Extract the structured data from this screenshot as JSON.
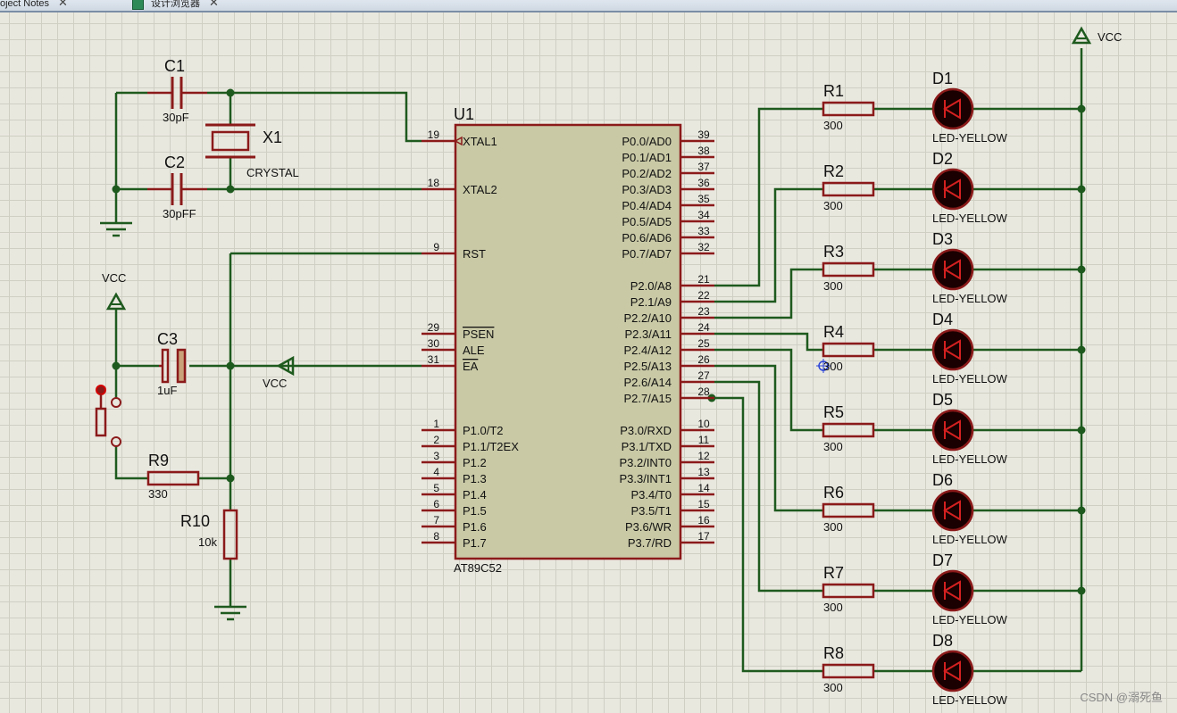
{
  "tabs": [
    {
      "label": "oject Notes"
    },
    {
      "label": "设计浏览器"
    }
  ],
  "vcc_label": "VCC",
  "mcu": {
    "ref": "U1",
    "part": "AT89C52",
    "left_pins": [
      {
        "num": "19",
        "name": "XTAL1"
      },
      {
        "num": "18",
        "name": "XTAL2"
      },
      {
        "num": "9",
        "name": "RST"
      },
      {
        "num": "29",
        "name": "PSEN"
      },
      {
        "num": "30",
        "name": "ALE"
      },
      {
        "num": "31",
        "name": "EA"
      },
      {
        "num": "1",
        "name": "P1.0/T2"
      },
      {
        "num": "2",
        "name": "P1.1/T2EX"
      },
      {
        "num": "3",
        "name": "P1.2"
      },
      {
        "num": "4",
        "name": "P1.3"
      },
      {
        "num": "5",
        "name": "P1.4"
      },
      {
        "num": "6",
        "name": "P1.5"
      },
      {
        "num": "7",
        "name": "P1.6"
      },
      {
        "num": "8",
        "name": "P1.7"
      }
    ],
    "right_pins": [
      {
        "num": "39",
        "name": "P0.0/AD0"
      },
      {
        "num": "38",
        "name": "P0.1/AD1"
      },
      {
        "num": "37",
        "name": "P0.2/AD2"
      },
      {
        "num": "36",
        "name": "P0.3/AD3"
      },
      {
        "num": "35",
        "name": "P0.4/AD4"
      },
      {
        "num": "34",
        "name": "P0.5/AD5"
      },
      {
        "num": "33",
        "name": "P0.6/AD6"
      },
      {
        "num": "32",
        "name": "P0.7/AD7"
      },
      {
        "num": "21",
        "name": "P2.0/A8"
      },
      {
        "num": "22",
        "name": "P2.1/A9"
      },
      {
        "num": "23",
        "name": "P2.2/A10"
      },
      {
        "num": "24",
        "name": "P2.3/A11"
      },
      {
        "num": "25",
        "name": "P2.4/A12"
      },
      {
        "num": "26",
        "name": "P2.5/A13"
      },
      {
        "num": "27",
        "name": "P2.6/A14"
      },
      {
        "num": "28",
        "name": "P2.7/A15"
      },
      {
        "num": "10",
        "name": "P3.0/RXD"
      },
      {
        "num": "11",
        "name": "P3.1/TXD"
      },
      {
        "num": "12",
        "name": "P3.2/INT0"
      },
      {
        "num": "13",
        "name": "P3.3/INT1"
      },
      {
        "num": "14",
        "name": "P3.4/T0"
      },
      {
        "num": "15",
        "name": "P3.5/T1"
      },
      {
        "num": "16",
        "name": "P3.6/WR"
      },
      {
        "num": "17",
        "name": "P3.7/RD"
      }
    ]
  },
  "crystal": {
    "ref": "X1",
    "value": "CRYSTAL"
  },
  "c1": {
    "ref": "C1",
    "value": "30pF"
  },
  "c2": {
    "ref": "C2",
    "value": "30pFF"
  },
  "c3": {
    "ref": "C3",
    "value": "1uF"
  },
  "r9": {
    "ref": "R9",
    "value": "330"
  },
  "r10": {
    "ref": "R10",
    "value": "10k"
  },
  "channels": [
    {
      "r_ref": "R1",
      "r_val": "300",
      "d_ref": "D1",
      "d_val": "LED-YELLOW"
    },
    {
      "r_ref": "R2",
      "r_val": "300",
      "d_ref": "D2",
      "d_val": "LED-YELLOW"
    },
    {
      "r_ref": "R3",
      "r_val": "300",
      "d_ref": "D3",
      "d_val": "LED-YELLOW"
    },
    {
      "r_ref": "R4",
      "r_val": "300",
      "d_ref": "D4",
      "d_val": "LED-YELLOW"
    },
    {
      "r_ref": "R5",
      "r_val": "300",
      "d_ref": "D5",
      "d_val": "LED-YELLOW"
    },
    {
      "r_ref": "R6",
      "r_val": "300",
      "d_ref": "D6",
      "d_val": "LED-YELLOW"
    },
    {
      "r_ref": "R7",
      "r_val": "300",
      "d_ref": "D7",
      "d_val": "LED-YELLOW"
    },
    {
      "r_ref": "R8",
      "r_val": "300",
      "d_ref": "D8",
      "d_val": "LED-YELLOW"
    }
  ],
  "watermark": "CSDN @溺死鱼",
  "colors": {
    "wire": "#1e5a1e",
    "component": "#8b1a1a",
    "chip_fill": "#c9c9a6",
    "led_fill": "#1a0000"
  }
}
